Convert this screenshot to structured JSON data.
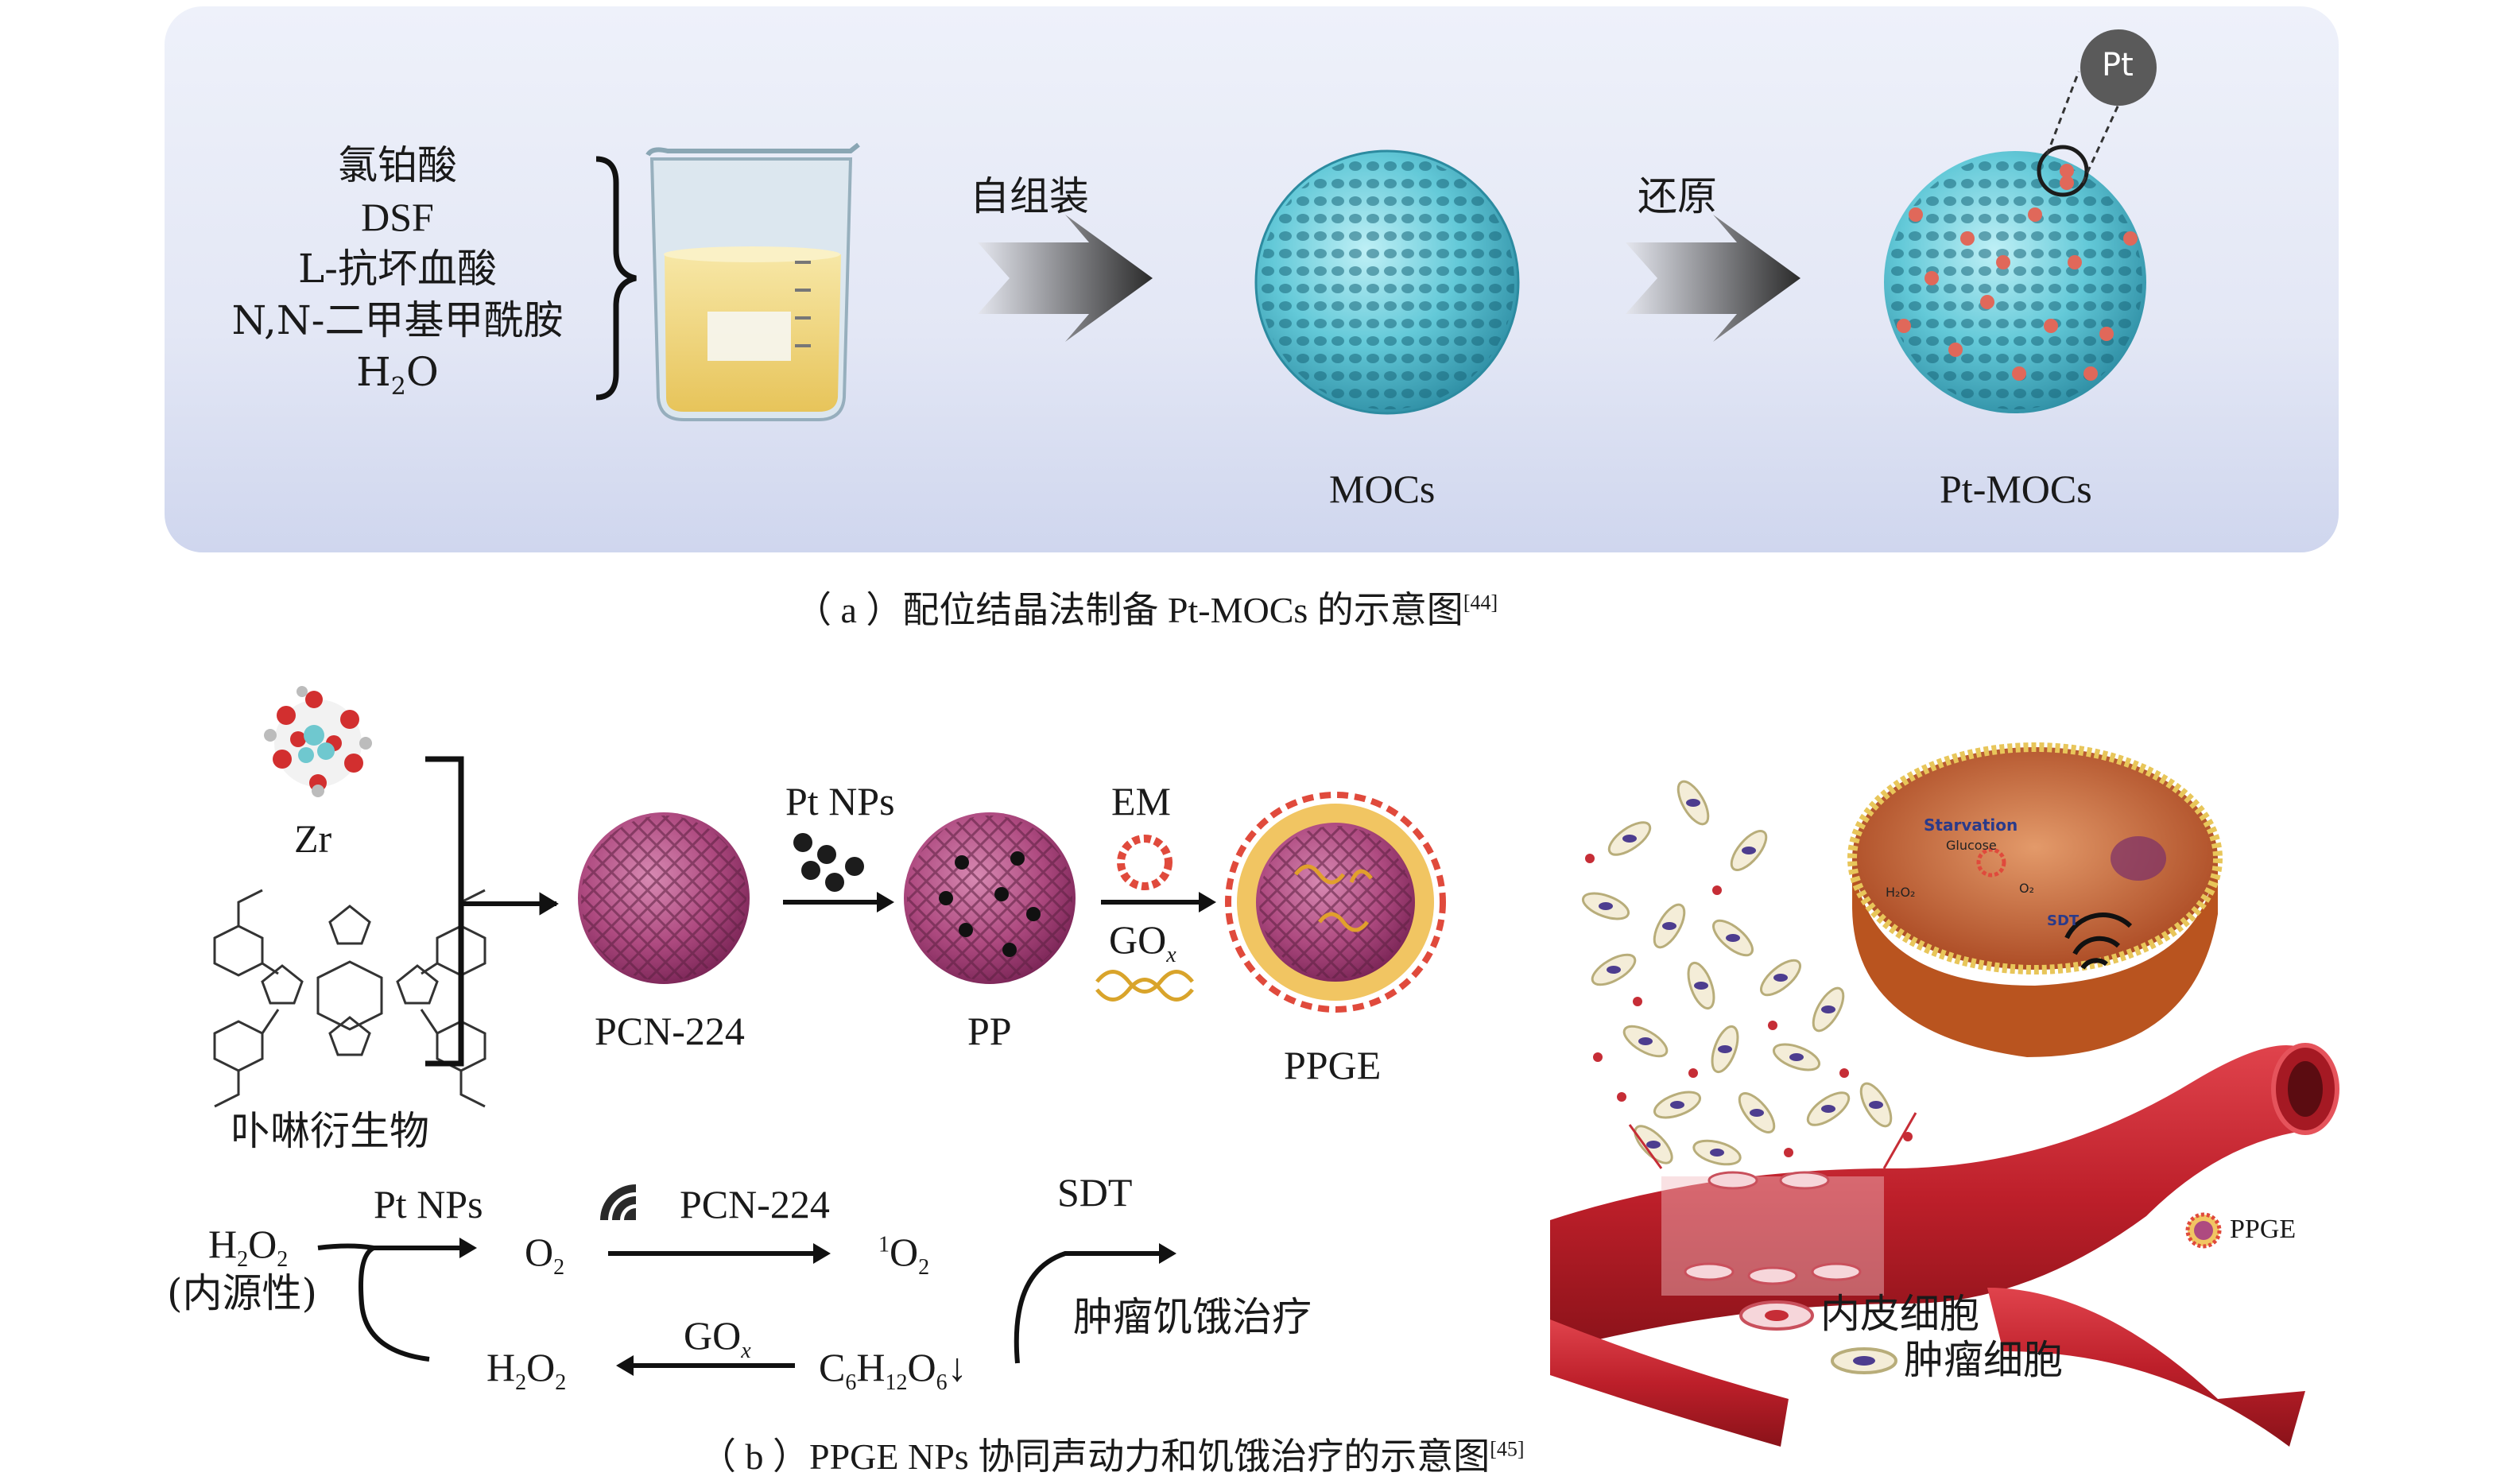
{
  "panel_a": {
    "ingredients": [
      "氯铂酸",
      "DSF",
      "L-抗坏血酸",
      "N,N-二甲基甲酰胺"
    ],
    "water": {
      "base": "H",
      "sub": "2",
      "tail": "O"
    },
    "arrow1_label": "自组装",
    "arrow2_label": "还原",
    "moc_label": "MOCs",
    "pt_moc_label": "Pt-MOCs",
    "pt_badge": "Pt",
    "caption": {
      "text": "（ a ）配位结晶法制备 Pt-MOCs 的示意图",
      "ref": "[44]"
    }
  },
  "panel_b": {
    "zr_label": "Zr",
    "porphyrin_label": "卟啉衍生物",
    "pcn_label": "PCN-224",
    "pt_nps_label": "Pt NPs",
    "pp_label": "PP",
    "em_label": "EM",
    "gox_label": {
      "base": "GO",
      "sub": "x"
    },
    "ppge_label": "PPGE",
    "scheme": {
      "h2o2_top": {
        "base": "H",
        "sub": "2",
        "tail": "O",
        "sub2": "2"
      },
      "endogenous": "(内源性)",
      "pt_nps": "Pt NPs",
      "o2": {
        "base": "O",
        "sub": "2"
      },
      "pcn": "PCN-224",
      "singlet_o2": {
        "sup": "1",
        "base": "O",
        "sub": "2"
      },
      "sdt": "SDT",
      "therapy": "肿瘤饥饿治疗",
      "gox": {
        "base": "GO",
        "sub": "x"
      },
      "h2o2_bottom": {
        "base": "H",
        "sub": "2",
        "tail": "O",
        "sub2": "2"
      },
      "glucose": {
        "a": "C",
        "s1": "6",
        "b": "H",
        "s2": "12",
        "c": "O",
        "s3": "6",
        "arrow": "↓"
      }
    },
    "illustration": {
      "starvation": "Starvation",
      "glucose": "Glucose",
      "h2o2": "H₂O₂",
      "o2": "O₂",
      "sdt": "SDT",
      "ppge_legend": "PPGE",
      "endothelial": "内皮细胞",
      "tumor_cell": "肿瘤细胞"
    },
    "caption": {
      "text": "（ b ）PPGE NPs 协同声动力和饥饿治疗的示意图",
      "ref": "[45]"
    }
  },
  "colors": {
    "panel_bg": "#e3e7f5",
    "sphere_cyan": "#5cc6d6",
    "pt_dot": "#e0685a",
    "pcn_magenta": "#b2487e",
    "vessel_red": "#c8222e",
    "tumor_orange": "#d06a3c"
  }
}
